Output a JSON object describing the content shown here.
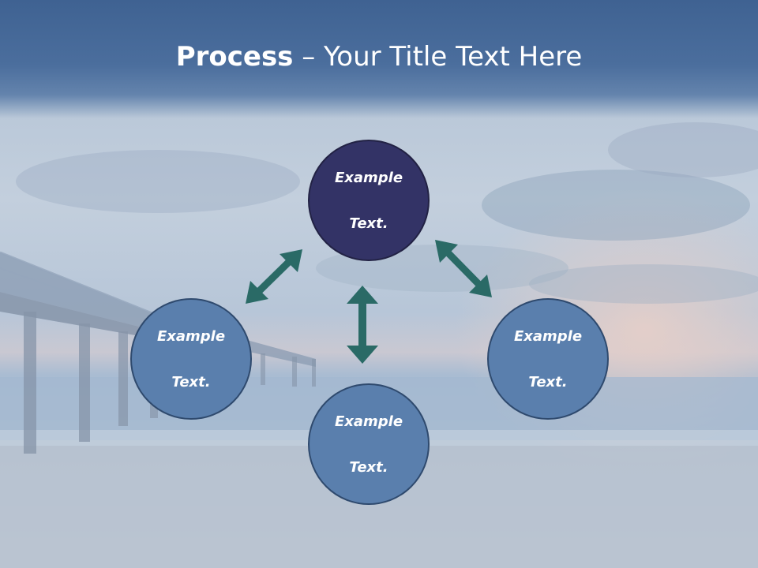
{
  "title": {
    "bold": "Process",
    "rest": " – Your Title Text Here"
  },
  "nodes": [
    {
      "id": "top",
      "line1": "Example",
      "line2": "Text."
    },
    {
      "id": "left",
      "line1": "Example",
      "line2": "Text."
    },
    {
      "id": "right",
      "line1": "Example",
      "line2": "Text."
    },
    {
      "id": "bottom",
      "line1": "Example",
      "line2": "Text."
    }
  ],
  "colors": {
    "header": "#4b6e9d",
    "node_dark": "#333366",
    "node_light": "#5a7fad",
    "arrow": "#2a6a66"
  }
}
